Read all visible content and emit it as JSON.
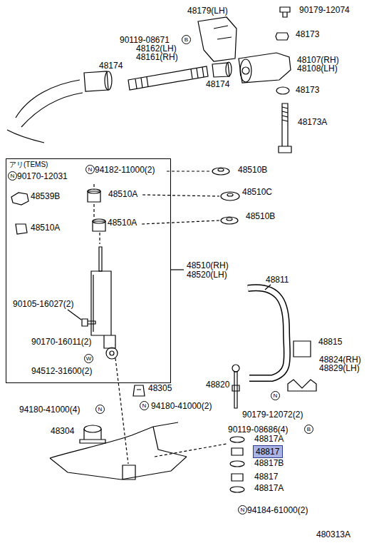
{
  "diagram": {
    "nodes": [
      {
        "text": [
          "アリ(TEMS)"
        ]
      },
      {
        "text": [
          "48817"
        ]
      }
    ],
    "labels": [
      "48179(LH)",
      "90179-12074",
      "90119-08671",
      "B",
      "48162(LH)",
      "48161(RH)",
      "48173",
      "48174",
      "48107(RH)",
      "48108(LH)",
      "48174",
      "48173",
      "48173A",
      "N",
      "90170-12031",
      "N",
      "94182-11000(2)",
      "48510B",
      "48539B",
      "48510A",
      "48510C",
      "48510A",
      "48510A",
      "48510B",
      "48510(RH)",
      "48520(LH)",
      "48811",
      "90105-16027(2)",
      "90170-16011(2)",
      "W",
      "94512-31600(2)",
      "48815",
      "48824(RH)",
      "48829(LH)",
      "48305",
      "48820",
      "94180-41000(4)",
      "N",
      "N",
      "94180-41000(2)",
      "N",
      "90179-12072(2)",
      "48304",
      "90119-08686(4)",
      "B",
      "48817A",
      "48817B",
      "48817",
      "48817A",
      "N",
      "94184-61000(2)",
      "480313A"
    ]
  }
}
